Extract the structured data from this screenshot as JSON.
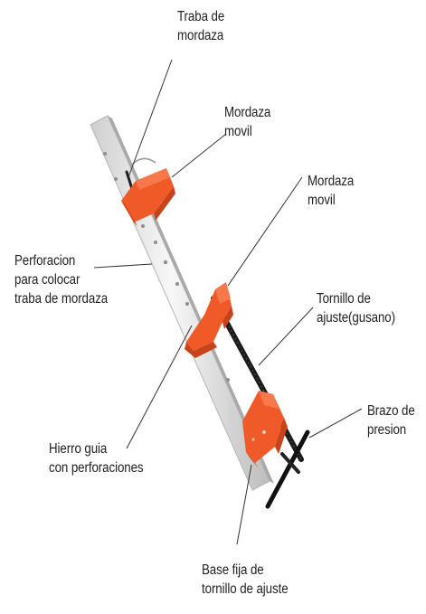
{
  "labels": {
    "traba_mordaza": "Traba de\nmordaza",
    "mordaza_movil_1": "Mordaza\nmovil",
    "mordaza_movil_2": "Mordaza\nmovil",
    "perforacion": "Perforacion\npara colocar\ntraba de mordaza",
    "tornillo_ajuste": "Tornillo de\najuste(gusano)",
    "brazo_presion": "Brazo de\npresion",
    "hierro_guia": "Hierro guia\ncon perforaciones",
    "base_fija": "Base fija de\ntornillo de ajuste"
  },
  "colors": {
    "jaw_orange": "#f05a28",
    "jaw_dark": "#c9431a",
    "bar_silver": "#e4e4e4",
    "screw_black": "#1a1a1a",
    "leader_line": "#333333"
  }
}
